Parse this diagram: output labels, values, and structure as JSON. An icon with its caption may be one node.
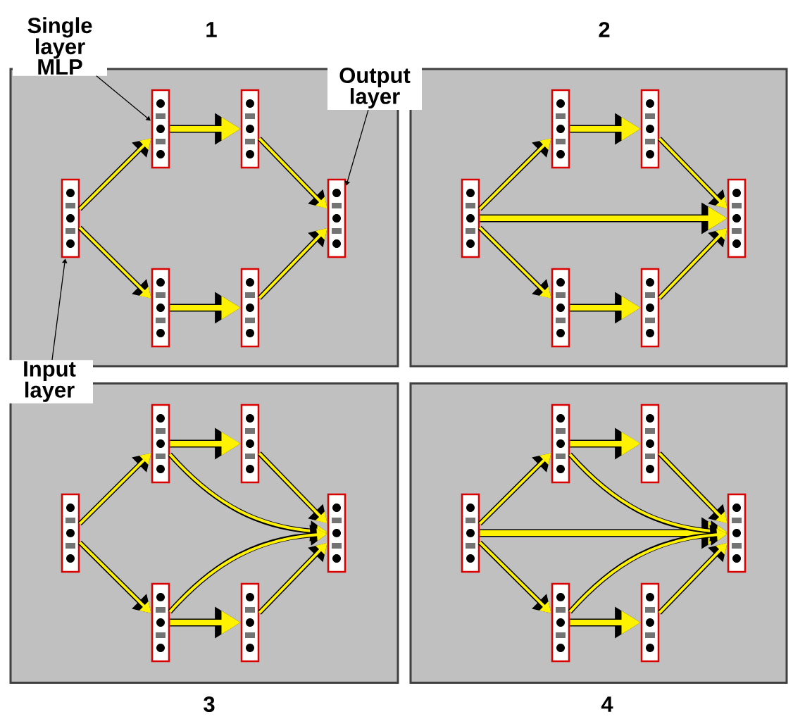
{
  "diagram": {
    "nodes": [
      {
        "text": [
          "1"
        ]
      },
      {
        "text": [],
        "shape": "bar",
        "in": 0
      },
      {
        "text": [],
        "shape": "bar",
        "in": 0
      },
      {
        "text": [],
        "shape": "bar",
        "in": 0
      },
      {
        "text": [],
        "shape": "bar",
        "in": 0
      },
      {
        "text": [],
        "shape": "bar",
        "in": 0
      },
      {
        "text": [],
        "shape": "bar",
        "in": 0
      },
      {
        "text": [
          "2"
        ]
      },
      {
        "text": [],
        "shape": "bar",
        "in": 7
      },
      {
        "text": [],
        "shape": "bar",
        "in": 7
      },
      {
        "text": [],
        "shape": "bar",
        "in": 7
      },
      {
        "text": [],
        "shape": "bar",
        "in": 7
      },
      {
        "text": [],
        "shape": "bar",
        "in": 7
      },
      {
        "text": [],
        "shape": "bar",
        "in": 7
      },
      {
        "text": [
          "3"
        ]
      },
      {
        "text": [],
        "shape": "bar",
        "in": 14
      },
      {
        "text": [],
        "shape": "bar",
        "in": 14
      },
      {
        "text": [],
        "shape": "bar",
        "in": 14
      },
      {
        "text": [],
        "shape": "bar",
        "in": 14
      },
      {
        "text": [],
        "shape": "bar",
        "in": 14
      },
      {
        "text": [],
        "shape": "bar",
        "in": 14
      },
      {
        "text": [
          "4"
        ]
      },
      {
        "text": [],
        "shape": "bar",
        "in": 21
      },
      {
        "text": [],
        "shape": "bar",
        "in": 21
      },
      {
        "text": [],
        "shape": "bar",
        "in": 21
      },
      {
        "text": [],
        "shape": "bar",
        "in": 21
      },
      {
        "text": [],
        "shape": "bar",
        "in": 21
      },
      {
        "text": [],
        "shape": "bar",
        "in": 21
      },
      {
        "text": [
          "Single layer MLP"
        ]
      },
      {
        "text": [
          "Output layer"
        ]
      },
      {
        "text": [
          "Input layer"
        ]
      }
    ],
    "edges": [
      {
        "from": 1,
        "to": 2,
        "arrow": "to"
      },
      {
        "from": 2,
        "to": 3,
        "arrow": "to",
        "style": "thick"
      },
      {
        "from": 3,
        "to": 6,
        "arrow": "to"
      },
      {
        "from": 1,
        "to": 4,
        "arrow": "to"
      },
      {
        "from": 4,
        "to": 5,
        "arrow": "to",
        "style": "thick"
      },
      {
        "from": 5,
        "to": 6,
        "arrow": "to"
      },
      {
        "from": 8,
        "to": 9,
        "arrow": "to"
      },
      {
        "from": 9,
        "to": 10,
        "arrow": "to",
        "style": "thick"
      },
      {
        "from": 10,
        "to": 13,
        "arrow": "to"
      },
      {
        "from": 8,
        "to": 11,
        "arrow": "to"
      },
      {
        "from": 11,
        "to": 12,
        "arrow": "to",
        "style": "thick"
      },
      {
        "from": 12,
        "to": 13,
        "arrow": "to"
      },
      {
        "from": 8,
        "to": 13,
        "arrow": "to",
        "style": "thick"
      },
      {
        "from": 15,
        "to": 16,
        "arrow": "to"
      },
      {
        "from": 16,
        "to": 17,
        "arrow": "to",
        "style": "thick"
      },
      {
        "from": 17,
        "to": 20,
        "arrow": "to"
      },
      {
        "from": 15,
        "to": 18,
        "arrow": "to"
      },
      {
        "from": 18,
        "to": 19,
        "arrow": "to",
        "style": "thick"
      },
      {
        "from": 19,
        "to": 20,
        "arrow": "to"
      },
      {
        "from": 16,
        "to": 20,
        "arrow": "to"
      },
      {
        "from": 18,
        "to": 20,
        "arrow": "to"
      },
      {
        "from": 22,
        "to": 23,
        "arrow": "to"
      },
      {
        "from": 23,
        "to": 24,
        "arrow": "to",
        "style": "thick"
      },
      {
        "from": 24,
        "to": 27,
        "arrow": "to"
      },
      {
        "from": 22,
        "to": 25,
        "arrow": "to"
      },
      {
        "from": 25,
        "to": 26,
        "arrow": "to",
        "style": "thick"
      },
      {
        "from": 26,
        "to": 27,
        "arrow": "to"
      },
      {
        "from": 22,
        "to": 27,
        "arrow": "to",
        "style": "thick"
      },
      {
        "from": 23,
        "to": 27,
        "arrow": "to"
      },
      {
        "from": 25,
        "to": 27,
        "arrow": "to"
      },
      {
        "from": 28,
        "to": 2,
        "arrow": "to",
        "color": "#000000"
      },
      {
        "from": 29,
        "to": 6,
        "arrow": "to",
        "color": "#000000"
      },
      {
        "from": 30,
        "to": 1,
        "arrow": "to",
        "color": "#000000"
      }
    ]
  }
}
